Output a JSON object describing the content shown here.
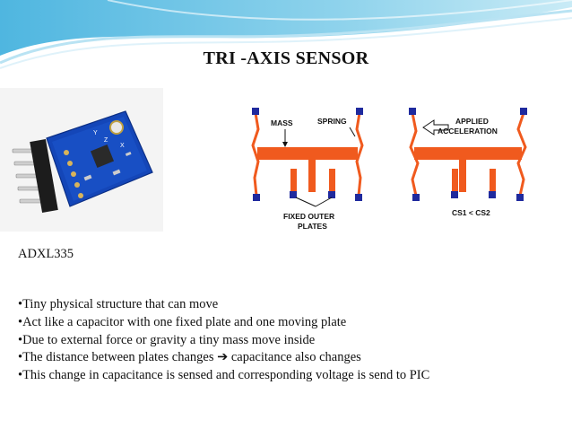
{
  "slide": {
    "title": "TRI -AXIS SENSOR",
    "chip_name": "ADXL335",
    "bullets": [
      "•Tiny physical structure that can move",
      "•Act like a capacitor with one fixed plate and one moving plate",
      "•Due to external force or gravity a tiny mass move inside",
      "•The distance between plates changes ➔ capacitance also changes",
      "•This change in capacitance is sensed and corresponding voltage is send to PIC"
    ]
  },
  "diagram": {
    "label_mass": "MASS",
    "label_spring": "SPRING",
    "label_fixed_1": "FIXED OUTER",
    "label_fixed_2": "PLATES",
    "label_applied_1": "APPLIED",
    "label_applied_2": "ACCELERATION",
    "label_cs": "CS1 < CS2"
  },
  "board": {
    "label_y": "Y",
    "label_z": "Z",
    "label_x": "X"
  },
  "colors": {
    "spring_orange": "#f05a1e",
    "anchor_blue": "#1f2a9e",
    "board_blue": "#1446b8",
    "header_cyan": "#8fd3ec"
  }
}
